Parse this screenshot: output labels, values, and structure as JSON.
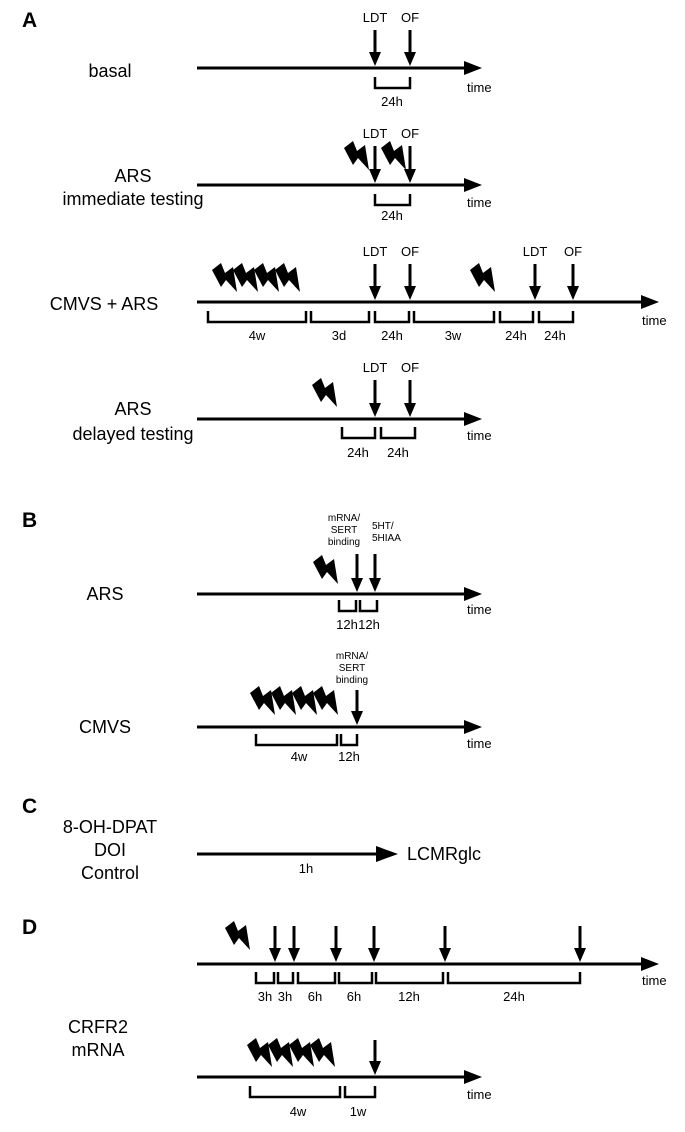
{
  "panels": {
    "a": "A",
    "b": "B",
    "c": "C",
    "d": "D"
  },
  "time_label": "time",
  "a": {
    "basal": {
      "label": "basal",
      "ldt": "LDT",
      "of": "OF",
      "interval": "24h"
    },
    "ars_imm": {
      "line1": "ARS",
      "line2": "immediate testing",
      "ldt": "LDT",
      "of": "OF",
      "interval": "24h"
    },
    "cmvs": {
      "label": "CMVS + ARS",
      "ldt1": "LDT",
      "of1": "OF",
      "ldt2": "LDT",
      "of2": "OF",
      "intervals": [
        "4w",
        "3d",
        "24h",
        "3w",
        "24h",
        "24h"
      ]
    },
    "ars_del": {
      "line1": "ARS",
      "line2": "delayed testing",
      "ldt": "LDT",
      "of": "OF",
      "intervals": [
        "24h",
        "24h"
      ]
    }
  },
  "b": {
    "ars": {
      "label": "ARS",
      "m1": "mRNA/",
      "m2": "SERT",
      "m3": "binding",
      "h1": "5HT/",
      "h2": "5HIAA",
      "intervals": [
        "12h",
        "12h"
      ]
    },
    "cmvs": {
      "label": "CMVS",
      "m1": "mRNA/",
      "m2": "SERT",
      "m3": "binding",
      "intervals": [
        "4w",
        "12h"
      ]
    }
  },
  "c": {
    "line1": "8-OH-DPAT",
    "line2": "DOI",
    "line3": "Control",
    "interval": "1h",
    "result": "LCMRglc"
  },
  "d": {
    "line1": "CRFR2",
    "line2": "mRNA",
    "acute_intervals": [
      "3h",
      "3h",
      "6h",
      "6h",
      "12h",
      "24h"
    ],
    "chronic_intervals": [
      "4w",
      "1w"
    ]
  },
  "colors": {
    "ink": "#000000",
    "background": "#ffffff"
  },
  "icons": {
    "stressor": "lightning-bolt-icon",
    "test": "down-arrow-icon"
  }
}
